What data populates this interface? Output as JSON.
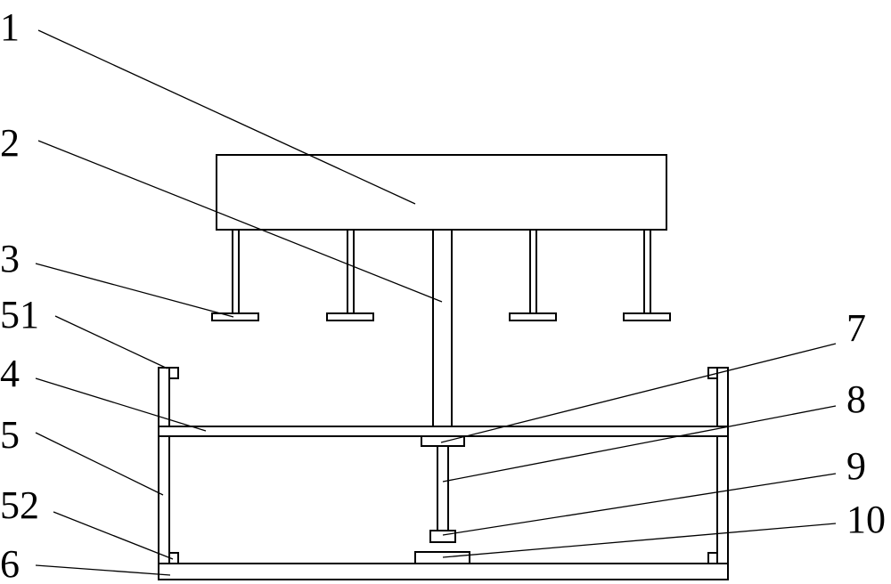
{
  "labels": {
    "l1": "1",
    "l2": "2",
    "l3": "3",
    "l51": "51",
    "l4": "4",
    "l5": "5",
    "l52": "52",
    "l6": "6",
    "l7": "7",
    "l8": "8",
    "l9": "9",
    "l10": "10"
  },
  "colors": {
    "stroke": "#000000",
    "background": "#ffffff"
  }
}
